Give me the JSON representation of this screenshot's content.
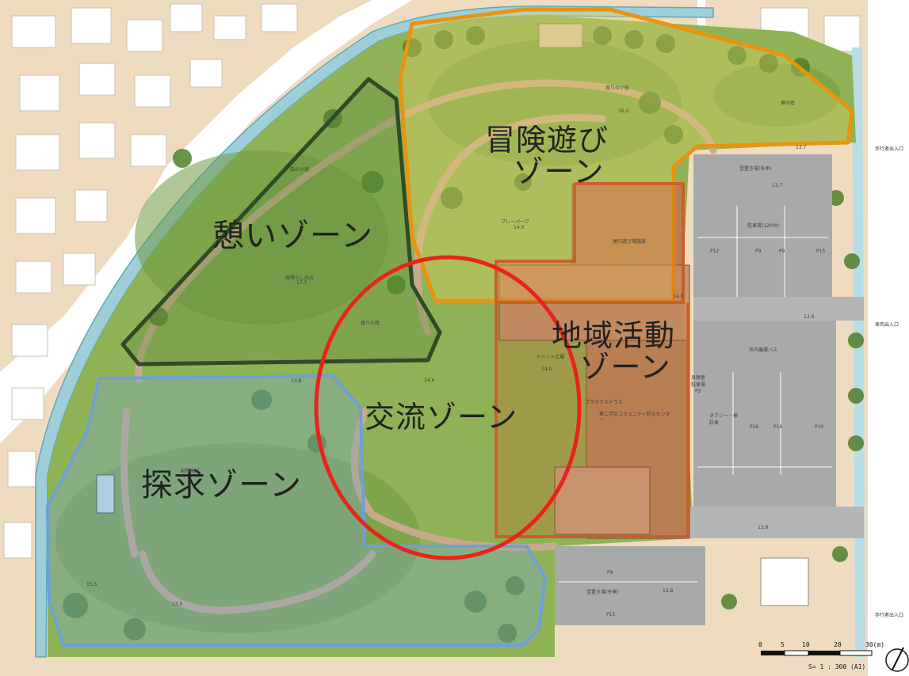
{
  "zones": {
    "play": {
      "line1": "冒険遊び",
      "line2": "ゾーン",
      "color": "#e8940f"
    },
    "rest": {
      "label": "憩いゾーン",
      "color": "#2f4b27"
    },
    "community": {
      "line1": "地域活動",
      "line2": "ゾーン",
      "color": "#c8602a"
    },
    "exchange": {
      "label": "交流ゾーン",
      "color": "#e8231a"
    },
    "explore": {
      "label": "探求ゾーン",
      "color": "#6f9fd6"
    }
  },
  "places": {
    "forest_path_top": "実りの小径",
    "flower_hill": "華の庭",
    "play_park": "プレーパーク",
    "indoor_play": "屋内遊び場施設",
    "forest_path_left": "森の小径",
    "lookout_hill": "見晴らしの丘",
    "fragrance_garden": "香りの庭",
    "event_plaza": "イベント広場",
    "platanus_terrace": "プラタナステラス",
    "community_center": "第二学区コミュニティ防災センター",
    "creation_base": "創作拠点",
    "parking_main": "駐車場(120台)",
    "parking_winter_top": "雪置き場(冬季)",
    "parking_winter_bottom": "雪置き場(冬季)",
    "city_bus": "市内循環バス",
    "taxi": "タクシー・検診車",
    "accessible_parking": "身障者駐車場",
    "entrance_pedestrian_top": "歩行者出入口",
    "entrance_vehicle": "車両出入口",
    "entrance_pedestrian_bottom": "歩行者出入口"
  },
  "elevations": {
    "e1": "16.2",
    "e2": "14.0",
    "e3": "17.7",
    "e4": "14.0",
    "e5": "14.6",
    "e6": "13.8",
    "e7": "15.5",
    "e8": "13.5",
    "e9": "13.7",
    "e10": "13.7",
    "e11": "13.9",
    "e12": "13.8",
    "e13": "13.8",
    "e14": "14.0"
  },
  "stalls": {
    "p12": "P12",
    "p9a": "P9",
    "p9b": "P9",
    "p15": "P15",
    "p16a": "P16",
    "p16b": "P16",
    "p10": "P10",
    "p9c": "P9",
    "p15b": "P15",
    "p2": "P2"
  },
  "scale": {
    "ticks": [
      "0",
      "5",
      "10",
      "20",
      "30(m)"
    ],
    "ratio": "S= 1 : 300 (A1)"
  },
  "colors": {
    "background": "#efdcc0",
    "park_green": "#8fb256",
    "river": "#9ecfd9",
    "parking_asphalt": "#a7a9ab",
    "building": "#b58a63"
  }
}
